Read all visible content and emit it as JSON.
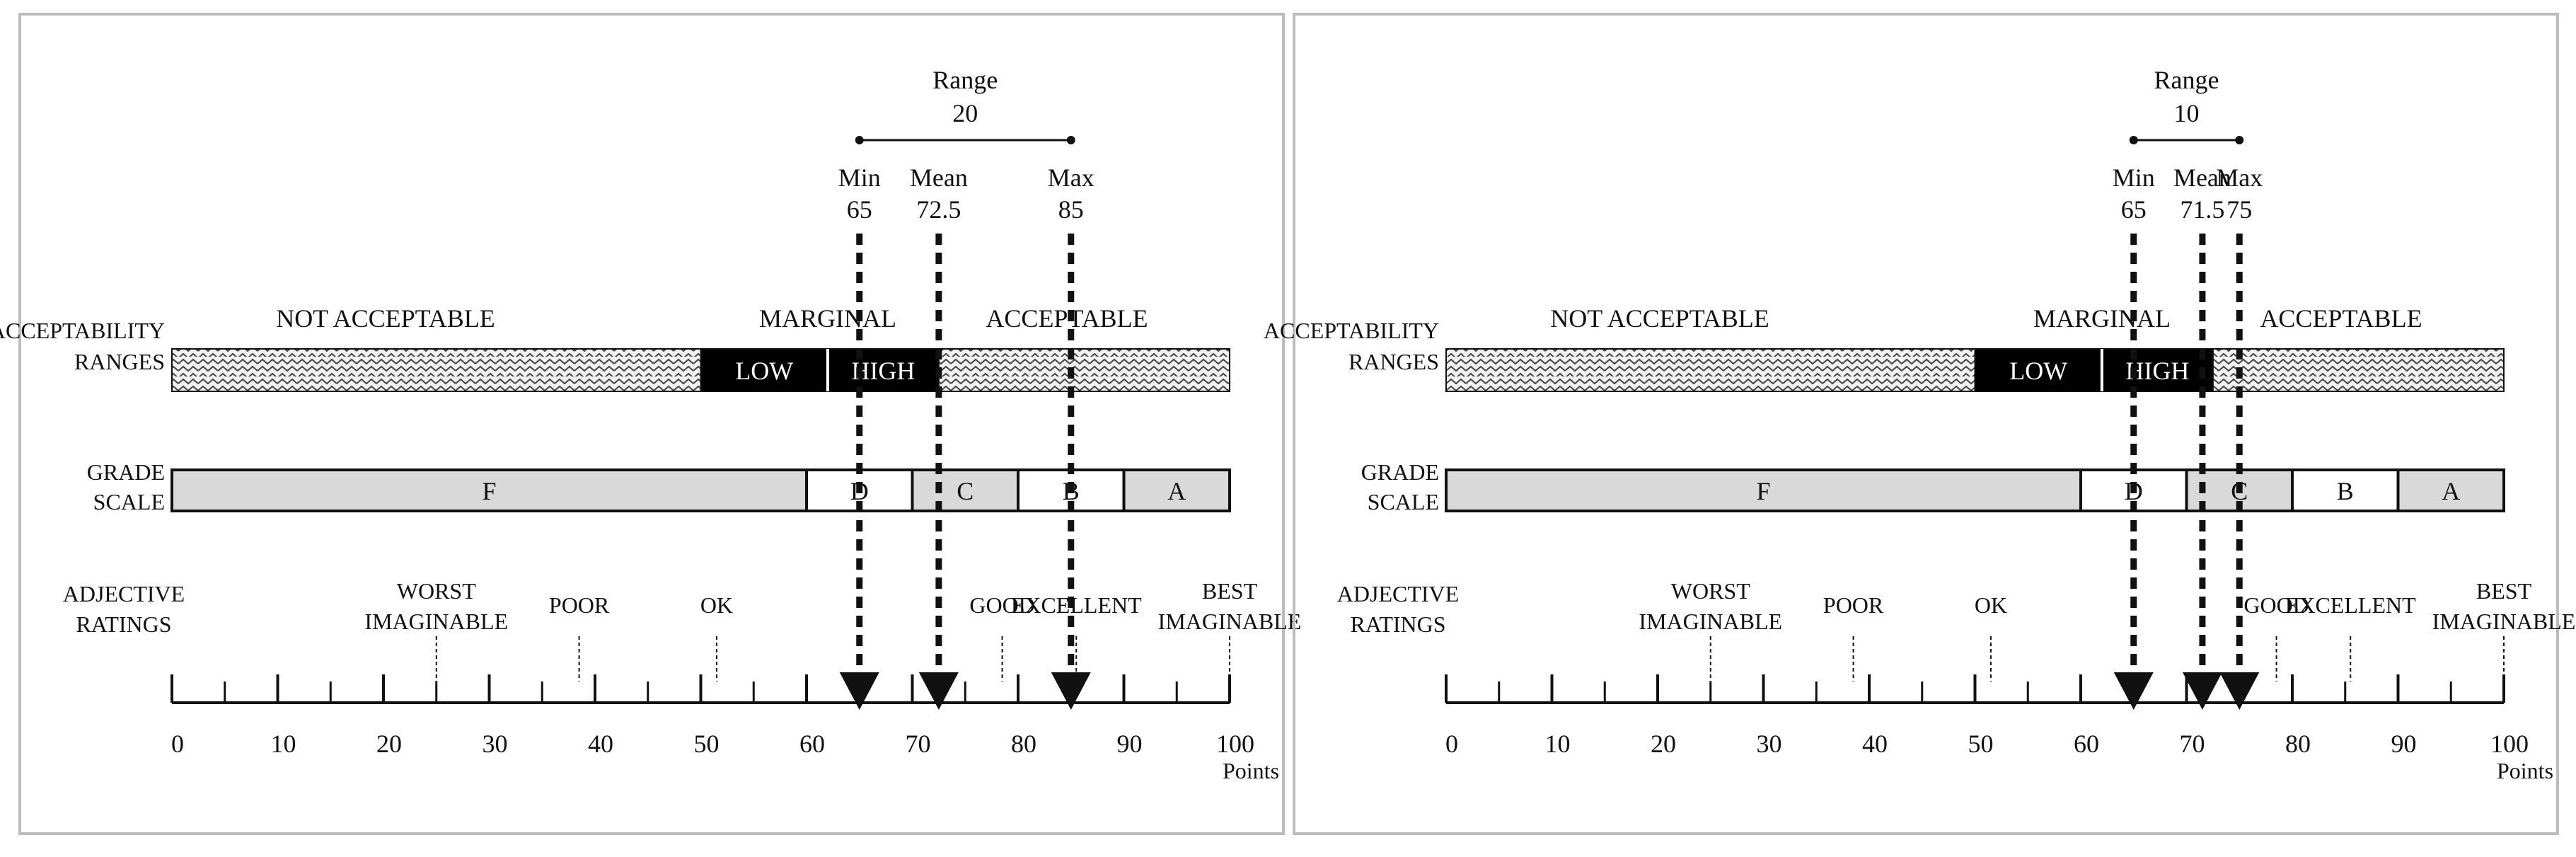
{
  "panels": [
    {
      "range": {
        "label": "Range",
        "value": "20"
      },
      "min": {
        "label": "Min",
        "value": 65
      },
      "mean": {
        "label": "Mean",
        "value": 72.5
      },
      "max": {
        "label": "Max",
        "value": 85
      }
    },
    {
      "range": {
        "label": "Range",
        "value": "10"
      },
      "min": {
        "label": "Min",
        "value": 65
      },
      "mean": {
        "label": "Mean",
        "value": 71.5
      },
      "max": {
        "label": "Max",
        "value": 75
      }
    }
  ],
  "acceptability": {
    "title_line1": "ACCEPTABILITY",
    "title_line2": "RANGES",
    "not_acceptable": "NOT ACCEPTABLE",
    "marginal": "MARGINAL",
    "acceptable": "ACCEPTABLE",
    "low": "LOW",
    "high": "HIGH",
    "segments": [
      {
        "name": "not-acceptable",
        "from": 0,
        "to": 50,
        "style": "hatch"
      },
      {
        "name": "marginal-low",
        "from": 50,
        "to": 62,
        "style": "black",
        "label_key": "low"
      },
      {
        "name": "marginal-high",
        "from": 62,
        "to": 72.5,
        "style": "black",
        "label_key": "high"
      },
      {
        "name": "acceptable",
        "from": 72.5,
        "to": 100,
        "style": "hatch"
      }
    ]
  },
  "grade_scale": {
    "title_line1": "GRADE",
    "title_line2": "SCALE",
    "grades": [
      {
        "label": "F",
        "from": 0,
        "to": 60,
        "fill": "#d9d9d9"
      },
      {
        "label": "D",
        "from": 60,
        "to": 70,
        "fill": "#ffffff"
      },
      {
        "label": "C",
        "from": 70,
        "to": 80,
        "fill": "#d9d9d9"
      },
      {
        "label": "B",
        "from": 80,
        "to": 90,
        "fill": "#ffffff"
      },
      {
        "label": "A",
        "from": 90,
        "to": 100,
        "fill": "#d9d9d9"
      }
    ]
  },
  "adjective": {
    "title_line1": "ADJECTIVE",
    "title_line2": "RATINGS",
    "ratings": [
      {
        "line1": "WORST",
        "line2": "IMAGINABLE",
        "value": 25
      },
      {
        "line1": "POOR",
        "line2": "",
        "value": 38.5
      },
      {
        "line1": "OK",
        "line2": "",
        "value": 51.5
      },
      {
        "line1": "GOOD",
        "line2": "",
        "value": 78.5
      },
      {
        "line1": "EXCELLENT",
        "line2": "",
        "value": 85.5
      },
      {
        "line1": "BEST",
        "line2": "IMAGINABLE",
        "value": 100
      }
    ]
  },
  "axis": {
    "ticks": [
      0,
      10,
      20,
      30,
      40,
      50,
      60,
      70,
      80,
      90,
      100
    ],
    "minor_step": 5,
    "unit": "Points"
  },
  "colors": {
    "frame": "#bdbdbd",
    "ink": "#111111",
    "grade_gray": "#d9d9d9",
    "hatch_bg": "#f2f2f2",
    "black_band": "#000000"
  }
}
